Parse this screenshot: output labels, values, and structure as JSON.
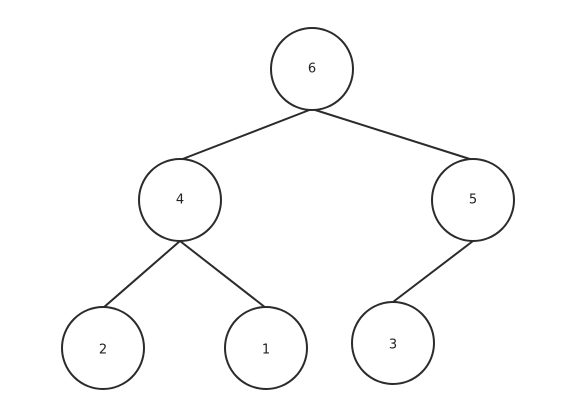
{
  "tree": {
    "nodes": [
      {
        "id": "n6",
        "label": "6"
      },
      {
        "id": "n4",
        "label": "4"
      },
      {
        "id": "n5",
        "label": "5"
      },
      {
        "id": "n2",
        "label": "2"
      },
      {
        "id": "n1",
        "label": "1"
      },
      {
        "id": "n3",
        "label": "3"
      }
    ],
    "edges": [
      {
        "from": "n6",
        "to": "n4"
      },
      {
        "from": "n6",
        "to": "n5"
      },
      {
        "from": "n4",
        "to": "n2"
      },
      {
        "from": "n4",
        "to": "n1"
      },
      {
        "from": "n5",
        "to": "n3"
      }
    ]
  }
}
